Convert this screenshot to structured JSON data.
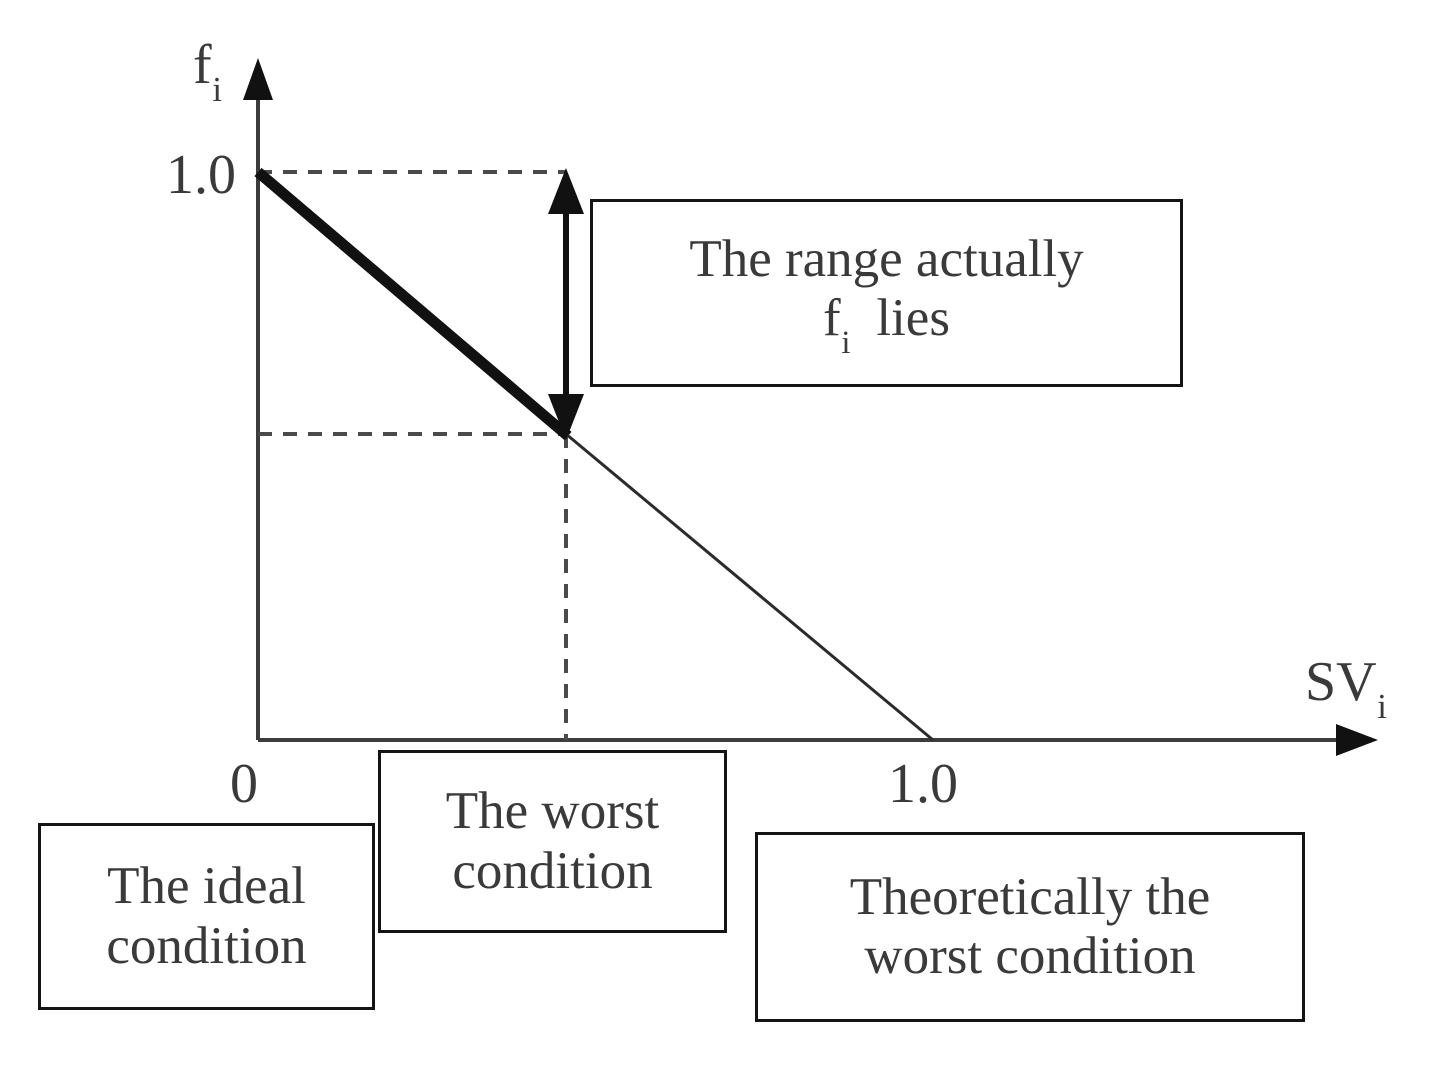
{
  "figure": {
    "background_color": "#ffffff",
    "ink_color": "#141414",
    "text_color": "#3a3a3a"
  },
  "axes": {
    "y_axis": {
      "label_base": "f",
      "label_sub": "i",
      "ticks": [
        {
          "name": "y-tick-one",
          "text": "1.0",
          "value": 1.0
        }
      ]
    },
    "x_axis": {
      "label_base": "SV",
      "label_sub": "i",
      "ticks": [
        {
          "name": "x-tick-zero",
          "text": "0",
          "value": 0.0
        },
        {
          "name": "x-tick-one",
          "text": "1.0",
          "value": 1.0
        }
      ]
    }
  },
  "callouts": {
    "range": {
      "line1": "The range actually",
      "line2_base": "f",
      "line2_sub": "i",
      "line2_rest": "lies"
    },
    "worst": {
      "line1": "The worst",
      "line2": "condition"
    },
    "ideal": {
      "line1": "The ideal",
      "line2": "condition"
    },
    "theoretical": {
      "line1": "Theoretically the",
      "line2": "worst condition"
    }
  },
  "chart_data": {
    "type": "line",
    "title": "",
    "xlabel": "SVi",
    "ylabel": "fi",
    "xlim": [
      0,
      1.25
    ],
    "ylim": [
      0,
      1.18
    ],
    "grid": false,
    "legend": "none",
    "xticks": [
      0,
      1.0
    ],
    "xticklabels": [
      "0",
      "1.0"
    ],
    "yticks": [
      1.0
    ],
    "yticklabels": [
      "1.0"
    ],
    "series": [
      {
        "name": "actual-range-segment",
        "style": "thick-solid",
        "x": [
          0.0,
          0.46
        ],
        "y": [
          1.0,
          0.54
        ]
      },
      {
        "name": "theoretical-extension",
        "style": "thin-solid",
        "x": [
          0.46,
          1.0
        ],
        "y": [
          0.54,
          0.0
        ]
      }
    ],
    "annotations": [
      {
        "name": "dashed-guide-top",
        "type": "dashed-horizontal",
        "y": 1.0,
        "x_from": 0.0,
        "x_to": 0.46
      },
      {
        "name": "dashed-guide-mid",
        "type": "dashed-horizontal",
        "y": 0.54,
        "x_from": 0.0,
        "x_to": 0.46
      },
      {
        "name": "dashed-guide-vertical",
        "type": "dashed-vertical",
        "x": 0.46,
        "y_from": 0.54,
        "y_to": 0.0
      },
      {
        "name": "range-double-arrow",
        "type": "double-headed-arrow",
        "x": 0.46,
        "y_from": 0.54,
        "y_to": 1.0,
        "label": "The range actually fi lies"
      },
      {
        "name": "ideal-condition-marker",
        "x": 0.0,
        "label": "The ideal condition"
      },
      {
        "name": "worst-condition-marker",
        "x": 0.46,
        "label": "The worst condition"
      },
      {
        "name": "theoretical-worst-marker",
        "x": 1.0,
        "label": "Theoretically the worst condition"
      }
    ]
  }
}
